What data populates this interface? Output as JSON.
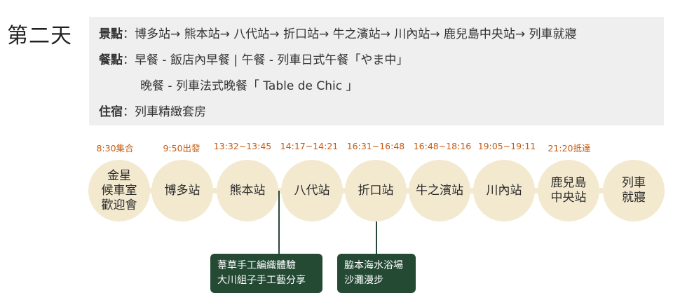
{
  "day_title": "第二天",
  "info": {
    "route_label": "景點",
    "route_text": "博多站→ 熊本站→ 八代站→ 折口站→ 牛之濱站→ 川內站→ 鹿兒島中央站→ 列車就寢",
    "meals_label": "餐點",
    "meals_line1": "早餐 - 飯店內早餐 | 午餐 - 列車日式午餐「やま中」",
    "meals_line2": "晚餐 - 列車法式晚餐「 Table de Chic 」",
    "stay_label": "住宿",
    "stay_text": "列車精緻套房",
    "colon": "："
  },
  "stops": [
    {
      "time": "8:30集合",
      "name": "金星\n候車室\n歡迎會"
    },
    {
      "time": "9:50出發",
      "name": "博多站"
    },
    {
      "time": "13:32~13:45",
      "name": "熊本站"
    },
    {
      "time": "14:17~14:21",
      "name": "八代站"
    },
    {
      "time": "16:31~16:48",
      "name": "折口站"
    },
    {
      "time": "16:48~18:16",
      "name": "牛之濱站"
    },
    {
      "time": "19:05~19:11",
      "name": "川內站"
    },
    {
      "time": "21:20抵達",
      "name": "鹿兒島\n中央站"
    },
    {
      "time": "",
      "name": "列車\n就寢"
    }
  ],
  "activities": [
    {
      "text": "葦草手工編織體驗\n大川組子手工藝分享"
    },
    {
      "text": "脇本海水浴場\n沙灘漫步"
    }
  ],
  "colors": {
    "circle_fill": "#f3e9cf",
    "time_text": "#c65b12",
    "activity_bg": "#244a34",
    "panel_bg": "#efefef"
  }
}
